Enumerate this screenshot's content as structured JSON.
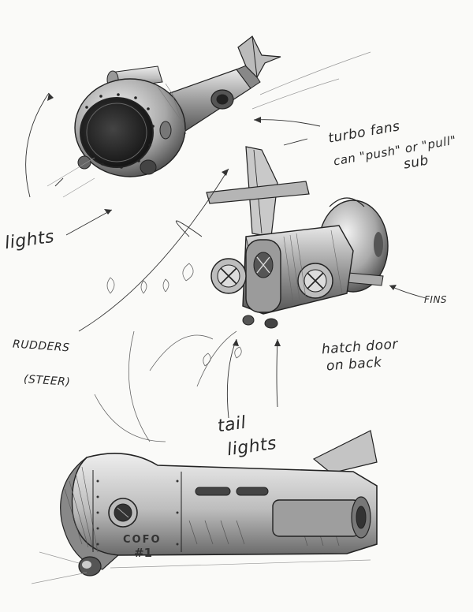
{
  "annotations": {
    "lights": "lights",
    "turbo_fans_line1": "turbo fans",
    "turbo_fans_line2": "can \"push\" or \"pull\"",
    "turbo_fans_line3": "sub",
    "fins": "FINS",
    "rudders_line1": "RUDDERS",
    "rudders_line2": "(STEER)",
    "hatch_line1": "hatch door",
    "hatch_line2": "on back",
    "tail_line1": "tail",
    "tail_line2": "lights"
  },
  "sub_label_line1": "COFO",
  "sub_label_line2": "#1",
  "ink_color": "#2a2a2a",
  "paper_color": "#fafaf8"
}
